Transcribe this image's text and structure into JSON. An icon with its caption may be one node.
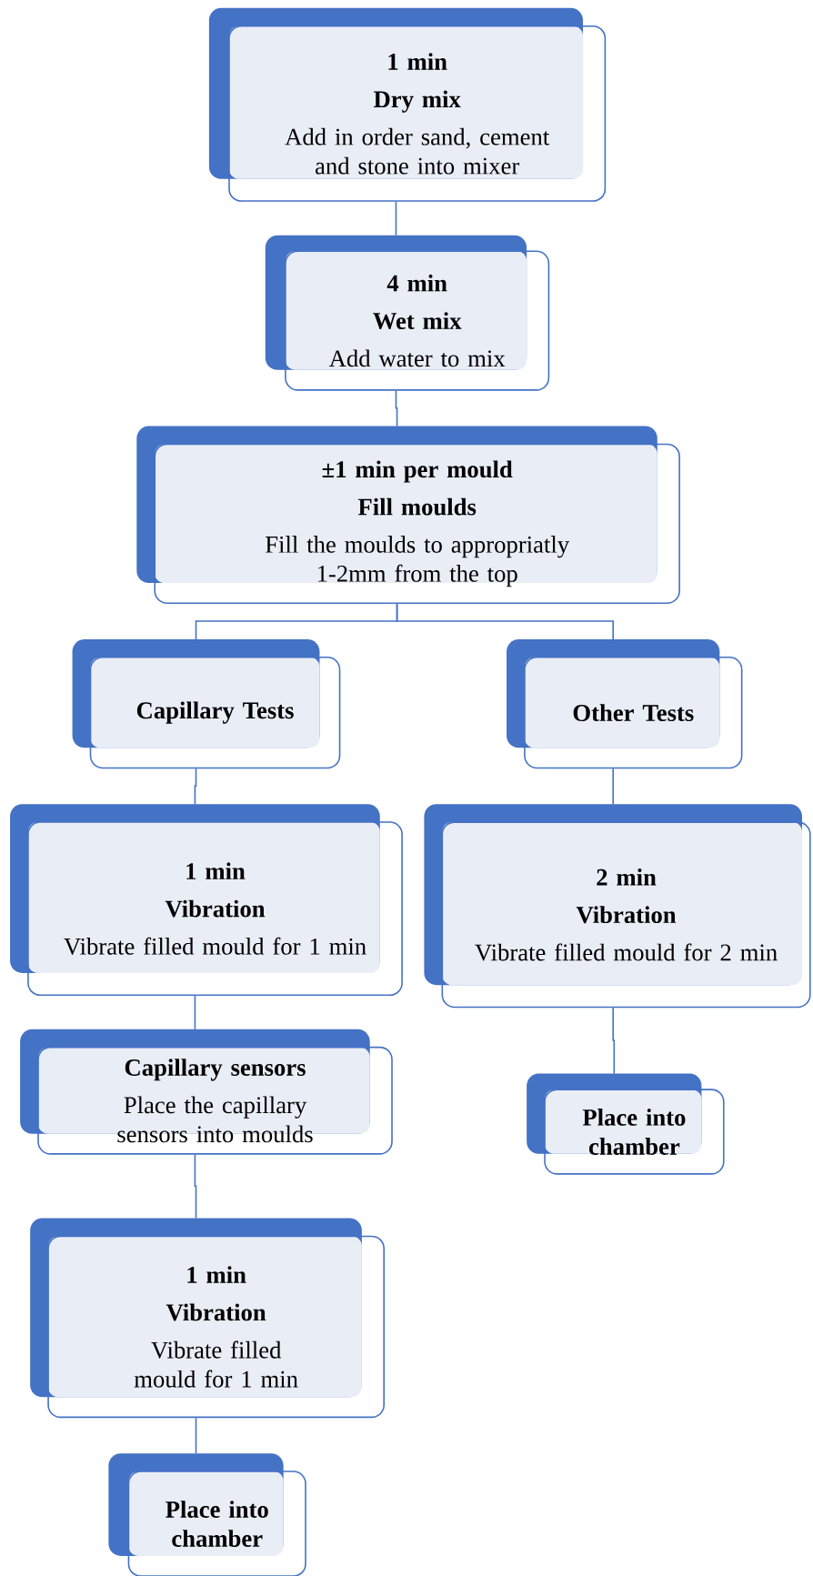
{
  "diagram": {
    "nodes": [
      {
        "text": [
          "1 min",
          "Dry mix",
          "Add in order sand, cement and stone into mixer"
        ]
      },
      {
        "text": [
          "4 min",
          "Wet mix",
          "Add water to mix"
        ]
      },
      {
        "text": [
          "±1 min per mould",
          "Fill moulds",
          "Fill the moulds to appropriatly 1-2mm from the top"
        ]
      },
      {
        "text": [
          "Capillary Tests"
        ]
      },
      {
        "text": [
          "Other Tests"
        ]
      },
      {
        "text": [
          "1 min",
          "Vibration",
          "Vibrate filled mould for 1 min"
        ]
      },
      {
        "text": [
          "2 min",
          "Vibration",
          "Vibrate filled mould for 2 min"
        ]
      },
      {
        "text": [
          "Capillary sensors",
          "Place the capillary sensors into moulds"
        ]
      },
      {
        "text": [
          "Place into chamber"
        ]
      },
      {
        "text": [
          "1 min",
          "Vibration",
          "Vibrate filled mould for 1 min"
        ]
      },
      {
        "text": [
          "Place into chamber"
        ]
      }
    ],
    "edges": [
      {
        "from": 0,
        "to": 1,
        "arrow": "none"
      },
      {
        "from": 1,
        "to": 2,
        "arrow": "none"
      },
      {
        "from": 2,
        "to": 3,
        "arrow": "none"
      },
      {
        "from": 2,
        "to": 4,
        "arrow": "none"
      },
      {
        "from": 3,
        "to": 5,
        "arrow": "none"
      },
      {
        "from": 4,
        "to": 6,
        "arrow": "none"
      },
      {
        "from": 5,
        "to": 7,
        "arrow": "none"
      },
      {
        "from": 6,
        "to": 8,
        "arrow": "none"
      },
      {
        "from": 7,
        "to": 9,
        "arrow": "none"
      },
      {
        "from": 9,
        "to": 10,
        "arrow": "none"
      }
    ]
  }
}
